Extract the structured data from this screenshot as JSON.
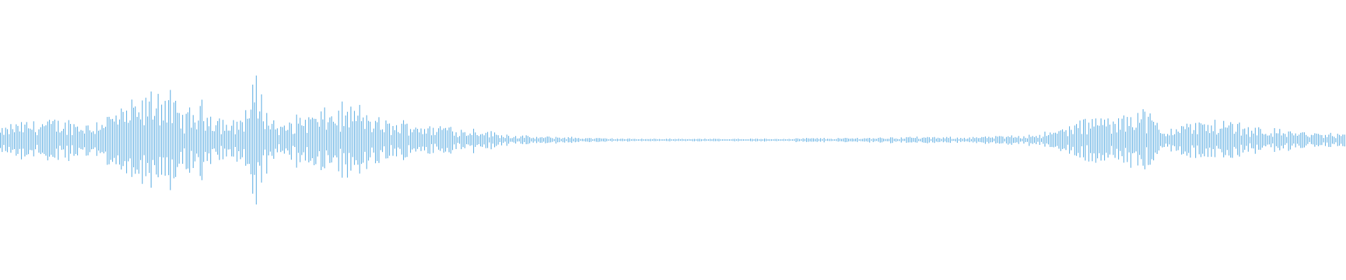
{
  "chart_data": {
    "type": "waveform",
    "color": "#5dade2",
    "background": "#ffffff",
    "axes_visible": false,
    "grid": false,
    "ylim": [
      -1,
      1
    ],
    "xlim": [
      0,
      100
    ],
    "envelope": {
      "t": [
        0,
        1,
        3.1,
        5.2,
        6.8,
        7.8,
        8.9,
        9.9,
        10.9,
        11.5,
        12.5,
        13.5,
        14.6,
        15.1,
        16.1,
        17.2,
        18.2,
        18.8,
        19.3,
        19.8,
        20.8,
        21.9,
        22.4,
        23.4,
        24.5,
        25.5,
        26.6,
        27.6,
        29.2,
        30.7,
        31.8,
        33.3,
        34.4,
        35.4,
        36.5,
        38,
        39.6,
        41.7,
        44.3,
        46.9,
        52.1,
        57.3,
        59.9,
        62.5,
        65.6,
        67.7,
        69.8,
        72.9,
        74.5,
        76,
        78.1,
        79.7,
        80.7,
        81.8,
        82.8,
        83.9,
        84.4,
        85.4,
        86.5,
        87.5,
        88.5,
        89.6,
        90.6,
        91.7,
        92.7,
        93.8,
        94.8,
        95.8,
        97.9,
        100
      ],
      "amplitude": [
        0.15,
        0.25,
        0.3,
        0.3,
        0.25,
        0.4,
        0.45,
        0.55,
        0.6,
        0.85,
        0.7,
        0.4,
        0.5,
        0.55,
        0.4,
        0.25,
        0.45,
        0.85,
        0.88,
        0.45,
        0.2,
        0.35,
        0.4,
        0.4,
        0.45,
        0.5,
        0.5,
        0.35,
        0.25,
        0.3,
        0.2,
        0.25,
        0.15,
        0.2,
        0.12,
        0.08,
        0.05,
        0.05,
        0.03,
        0.02,
        0.02,
        0.02,
        0.03,
        0.03,
        0.04,
        0.05,
        0.04,
        0.05,
        0.06,
        0.08,
        0.12,
        0.25,
        0.3,
        0.4,
        0.25,
        0.55,
        0.5,
        0.4,
        0.1,
        0.3,
        0.25,
        0.3,
        0.28,
        0.3,
        0.2,
        0.2,
        0.15,
        0.15,
        0.1,
        0.1
      ]
    }
  }
}
